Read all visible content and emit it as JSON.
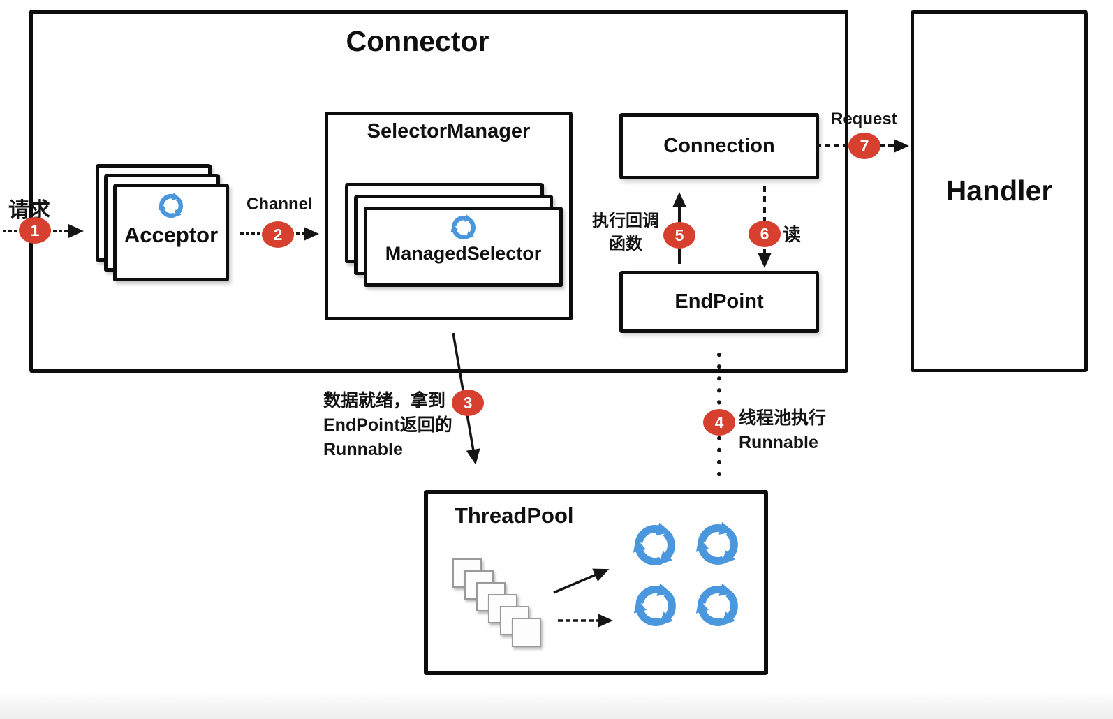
{
  "colors": {
    "badge_red": "#d7402e",
    "recycle_blue": "#4a97dd",
    "ink": "#0d0d0d"
  },
  "connector": {
    "title": "Connector"
  },
  "handler": {
    "title": "Handler"
  },
  "acceptor": {
    "label": "Acceptor"
  },
  "selector_manager": {
    "title": "SelectorManager",
    "managed_selector_label": "ManagedSelector"
  },
  "connection": {
    "label": "Connection"
  },
  "endpoint": {
    "label": "EndPoint"
  },
  "threadpool": {
    "title": "ThreadPool"
  },
  "labels": {
    "request_cn": "请求",
    "channel": "Channel",
    "request_en": "Request",
    "callback_line1": "执行回调",
    "callback_line2": "函数",
    "read": "读",
    "data_ready_line1": "数据就绪，拿到",
    "data_ready_line2": "EndPoint返回的",
    "data_ready_line3": "Runnable",
    "pool_exec_line1": "线程池执行",
    "pool_exec_line2": "Runnable"
  },
  "steps": {
    "s1": "1",
    "s2": "2",
    "s3": "3",
    "s4": "4",
    "s5": "5",
    "s6": "6",
    "s7": "7"
  }
}
